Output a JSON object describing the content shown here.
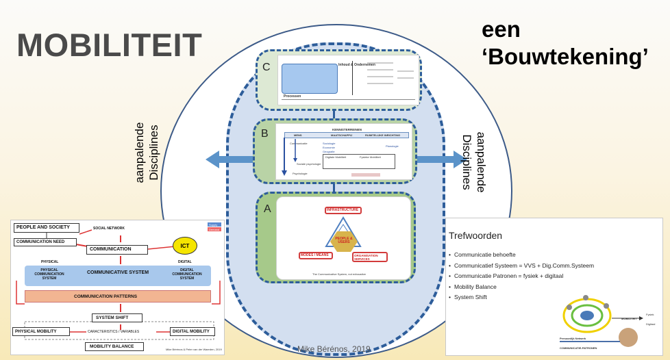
{
  "title": "MOBILITEIT",
  "subtitle_line1": "een",
  "subtitle_line2": "‘Bouwtekening’",
  "side_left": [
    "aanpalende",
    "Disciplines"
  ],
  "side_right": [
    "aanpalende",
    "Disciplines"
  ],
  "credit": "Mike Bérénos, 2019",
  "layers": {
    "c": {
      "letter": "C",
      "inhoud": "Inhoud & Ondernemen",
      "processen": "Processen"
    },
    "b": {
      "letter": "B",
      "heading": "KENNISTERREINEN",
      "cols": [
        "MENS",
        "MAATSCHAPPIJ",
        "RUIMTELIJKE INRICHTING"
      ],
      "items": [
        "Communicatie",
        "Sociale psychologie",
        "Psychologie",
        "Sociologie",
        "Economie",
        "Geografie",
        "Planologie",
        "Digitale Mobiliteit",
        "Fysieke Mobiliteit"
      ]
    },
    "a": {
      "letter": "A",
      "infrastructure": "INFRASTRUCTURE",
      "people": "PEOPLE & USERS",
      "modes": "MODES / MEANS",
      "services": "ORGANISATION SERVICES",
      "caption": "The Communicative System, not exhaustive"
    }
  },
  "diagram": {
    "people_society": "PEOPLE AND SOCIETY",
    "social_network": "SOCIAL NETWORK",
    "need": "COMMUNICATION NEED",
    "communication": "COMMUNICATION",
    "ict": "ICT",
    "physical": "PHYSICAL",
    "digital": "DIGITAL",
    "phys_sys": "PHYSICAL COMMUNICATION SYSTEM",
    "comm_sys": "COMMUNICATIVE SYSTEM",
    "dig_sys": "DIGITAL COMMUNICATION SYSTEM",
    "patterns": "COMMUNICATION PATTERNS",
    "shift": "SYSTEM SHIFT",
    "phys_mob": "PHYSICAL MOBILITY",
    "char": "CARACTERISTICS / VARIABLES",
    "dig_mob": "DIGITAL MOBILITY",
    "balance": "MOBILITY BALANCE",
    "legend": [
      "Supply",
      "Demand"
    ],
    "footnote": "Mike Bérénos & Peter van der Waerden, 2019"
  },
  "trefwoorden": {
    "heading": "Trefwoorden",
    "items": [
      "Communicatie behoefte",
      "Communicatief Systeem = VVS + Dig.Comm.Systeem",
      "Communicatie Patronen = fysiek + digitaal",
      "Mobility Balance",
      "System Shift"
    ],
    "image_labels": [
      "MOBILITEIT",
      "Persoonlijk Netwerk",
      "COMMUNICATIE-PATRONEN",
      "Fysiek",
      "Digitaal"
    ]
  },
  "colors": {
    "accent": "#2d5d9a",
    "arrow": "#5b93c9",
    "layer_c": "#dde9d4",
    "layer_b": "#b9d3a6",
    "layer_a": "#a6c98a"
  }
}
